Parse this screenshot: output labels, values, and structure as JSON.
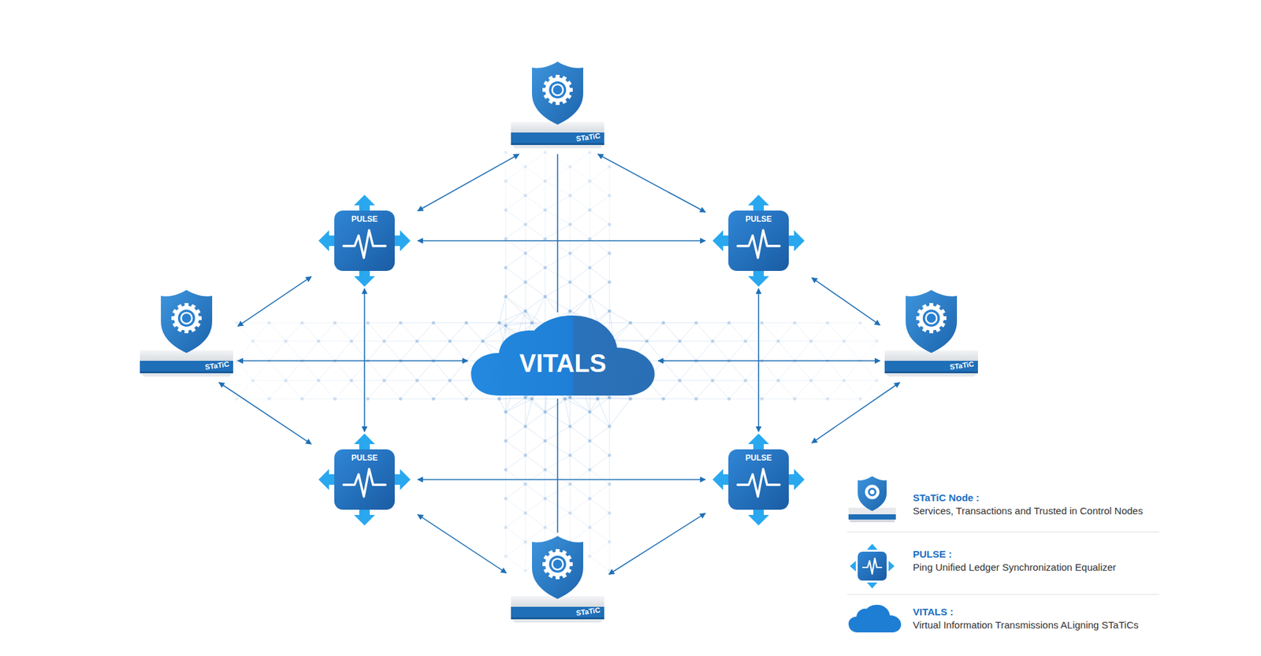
{
  "diagram": {
    "nodes": [
      {
        "text": [
          "STaTiC"
        ]
      },
      {
        "text": [
          "PULSE"
        ]
      },
      {
        "text": [
          "PULSE"
        ]
      },
      {
        "text": [
          "STaTiC"
        ]
      },
      {
        "text": [
          "VITALS"
        ]
      },
      {
        "text": [
          "STaTiC"
        ]
      },
      {
        "text": [
          "PULSE"
        ]
      },
      {
        "text": [
          "PULSE"
        ]
      },
      {
        "text": [
          "STaTiC"
        ]
      }
    ],
    "edges": [
      {
        "from": 0,
        "to": 1,
        "arrow": "both"
      },
      {
        "from": 0,
        "to": 2,
        "arrow": "both"
      },
      {
        "from": 1,
        "to": 2,
        "arrow": "both"
      },
      {
        "from": 3,
        "to": 1,
        "arrow": "both"
      },
      {
        "from": 2,
        "to": 5,
        "arrow": "both"
      },
      {
        "from": 0,
        "to": 4,
        "arrow": "none"
      },
      {
        "from": 3,
        "to": 4,
        "arrow": "both"
      },
      {
        "from": 4,
        "to": 5,
        "arrow": "both"
      },
      {
        "from": 1,
        "to": 6,
        "arrow": "both"
      },
      {
        "from": 2,
        "to": 7,
        "arrow": "both"
      },
      {
        "from": 3,
        "to": 6,
        "arrow": "both"
      },
      {
        "from": 5,
        "to": 7,
        "arrow": "both"
      },
      {
        "from": 6,
        "to": 7,
        "arrow": "both"
      },
      {
        "from": 4,
        "to": 8,
        "arrow": "none"
      },
      {
        "from": 8,
        "to": 6,
        "arrow": "both"
      },
      {
        "from": 8,
        "to": 7,
        "arrow": "both"
      }
    ],
    "legend": [
      {
        "text": "STaTiC Node :"
      },
      {
        "text": "Services, Transactions and Trusted in Control Nodes"
      },
      {
        "text": "PULSE :"
      },
      {
        "text": "Ping Unified Ledger Synchronization Equalizer"
      },
      {
        "text": "VITALS :"
      },
      {
        "text": "Virtual Information Transmissions ALigning STaTiCs"
      }
    ]
  }
}
